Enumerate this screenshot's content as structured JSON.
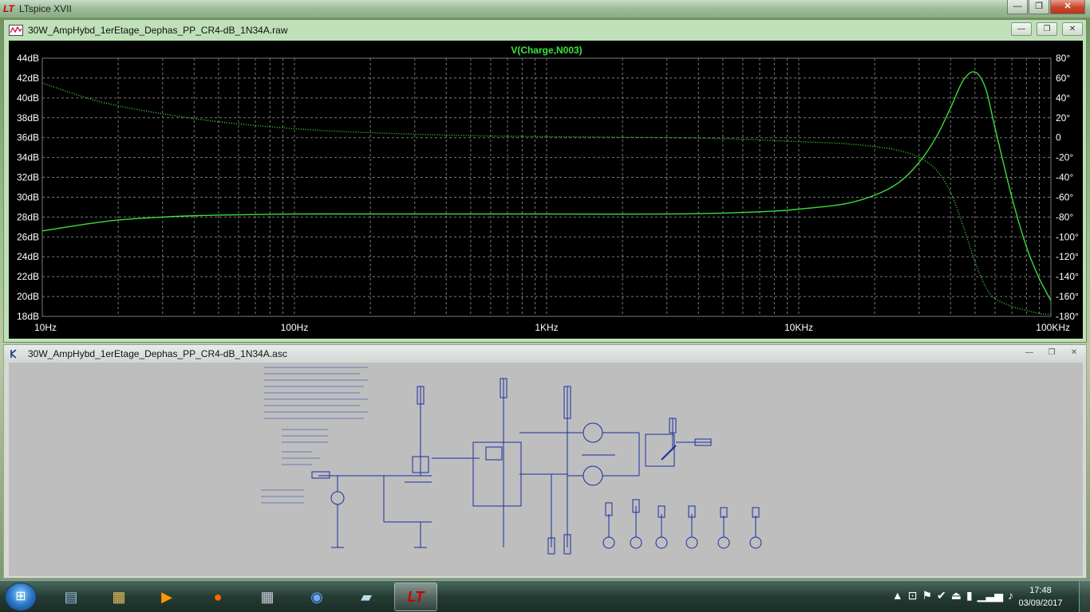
{
  "app": {
    "title": "LTspice XVII",
    "controls": [
      "—",
      "❐",
      "✕"
    ]
  },
  "plot_window": {
    "title": "30W_AmpHybd_1erEtage_Dephas_PP_CR4-dB_1N34A.raw",
    "controls": [
      "—",
      "❐",
      "✕"
    ]
  },
  "schematic_window": {
    "title": "30W_AmpHybd_1erEtage_Dephas_PP_CR4-dB_1N34A.asc",
    "controls": [
      "—",
      "❐",
      "✕"
    ]
  },
  "chart_data": {
    "type": "line",
    "title": "V(Charge,N003)",
    "xscale": "log",
    "xlim": [
      10,
      100000
    ],
    "x_ticks": [
      10,
      100,
      1000,
      10000,
      100000
    ],
    "x_tick_labels": [
      "10Hz",
      "100Hz",
      "1KHz",
      "10KHz",
      "100KHz"
    ],
    "ylim_left": [
      18,
      44
    ],
    "y_left_ticks": [
      "44dB",
      "42dB",
      "40dB",
      "38dB",
      "36dB",
      "34dB",
      "32dB",
      "30dB",
      "28dB",
      "26dB",
      "24dB",
      "22dB",
      "20dB",
      "18dB"
    ],
    "ylim_right": [
      -180,
      80
    ],
    "y_right_ticks": [
      "80°",
      "60°",
      "40°",
      "20°",
      "0",
      "-20°",
      "-40°",
      "-60°",
      "-80°",
      "-100°",
      "-120°",
      "-140°",
      "-160°",
      "-180°"
    ],
    "grid": true,
    "colors": {
      "background": "#000000",
      "grid": "#7a7a7a",
      "trace": "#3ddc3d",
      "text": "#ffffff",
      "title": "#39e639"
    },
    "series": [
      {
        "axis": "left",
        "style": "solid",
        "x": [
          10,
          15,
          20,
          30,
          50,
          100,
          200,
          500,
          1000,
          3000,
          5000,
          8000,
          10000,
          15000,
          20000,
          25000,
          30000,
          35000,
          40000,
          45000,
          50000,
          55000,
          60000,
          70000,
          80000,
          90000,
          100000
        ],
        "y": [
          26.6,
          27.3,
          27.7,
          28.0,
          28.2,
          28.3,
          28.3,
          28.3,
          28.3,
          28.3,
          28.4,
          28.6,
          28.8,
          29.3,
          30.2,
          31.5,
          33.5,
          36.0,
          39.0,
          41.8,
          42.6,
          41.0,
          37.0,
          30.0,
          25.0,
          21.8,
          19.6
        ]
      },
      {
        "axis": "right",
        "style": "dotted",
        "x": [
          10,
          15,
          20,
          30,
          50,
          100,
          200,
          500,
          1000,
          3000,
          5000,
          8000,
          10000,
          15000,
          20000,
          25000,
          30000,
          35000,
          40000,
          45000,
          50000,
          55000,
          60000,
          70000,
          80000,
          90000,
          100000
        ],
        "y": [
          55,
          40,
          32,
          24,
          16,
          9,
          5,
          2,
          1,
          0,
          -1,
          -3,
          -4,
          -6,
          -9,
          -13,
          -20,
          -32,
          -55,
          -90,
          -125,
          -150,
          -162,
          -170,
          -174,
          -177,
          -178
        ]
      }
    ]
  },
  "taskbar": {
    "apps": [
      "Word",
      "Explorer",
      "Media",
      "Firefox",
      "Calculator",
      "Network",
      "Notepad",
      "LTspice"
    ],
    "clock_time": "17:48",
    "clock_date": "03/09/2017"
  }
}
